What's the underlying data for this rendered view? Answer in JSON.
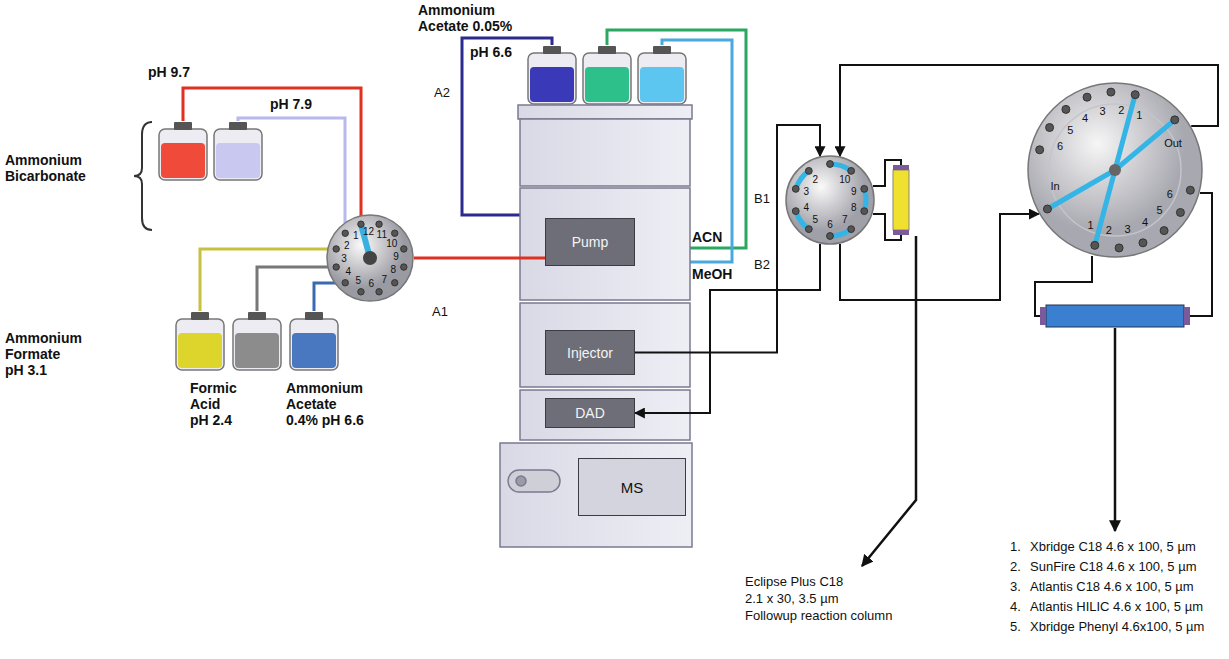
{
  "diagram": {
    "nodes": [
      {
        "text": [
          "1",
          "2",
          "3",
          "4",
          "5",
          "6",
          "7",
          "8",
          "9",
          "10",
          "11",
          "12"
        ]
      },
      {
        "text": [
          "Pump"
        ]
      },
      {
        "text": [
          "Injector"
        ]
      },
      {
        "text": [
          "DAD"
        ]
      },
      {
        "text": [
          "MS"
        ]
      },
      {
        "text": [
          "2",
          "3",
          "4",
          "5",
          "6",
          "7",
          "8",
          "9",
          "10"
        ]
      },
      {
        "text": [
          "6",
          "5",
          "4",
          "3",
          "2",
          "1",
          "1",
          "2",
          "3",
          "4",
          "5",
          "6",
          "In",
          "Out"
        ]
      }
    ],
    "edges": [
      {
        "from": 0,
        "to": 1,
        "arrow": "none"
      },
      {
        "from": 2,
        "to": 5,
        "arrow": "to"
      },
      {
        "from": 5,
        "to": 3,
        "arrow": "to"
      },
      {
        "from": 5,
        "to": 6,
        "arrow": "to"
      },
      {
        "from": 6,
        "to": 5,
        "arrow": "to"
      }
    ],
    "labels": [
      "pH 9.7",
      "pH 7.9",
      "Ammonium Bicarbonate",
      "Ammonium Formate pH 3.1",
      "Formic Acid pH 2.4",
      "Ammonium Acetate 0.4% pH 6.6",
      "Ammonium Acetate 0.05%",
      "pH 6.6",
      "A2",
      "A1",
      "B1",
      "B2",
      "ACN",
      "MeOH",
      "Eclipse Plus C18",
      "2.1 x 30, 3.5 µm",
      "Followup reaction column",
      "1.",
      "Xbridge C18 4.6 x 100, 5 µm",
      "2.",
      "SunFire C18 4.6 x 100, 5 µm",
      "3.",
      "Atlantis C18 4.6 x 100, 5 µm",
      "4.",
      "Atlantis HILIC 4.6 x 100, 5 µm",
      "5.",
      "Xbridge Phenyl 4.6x100, 5 µm"
    ]
  }
}
